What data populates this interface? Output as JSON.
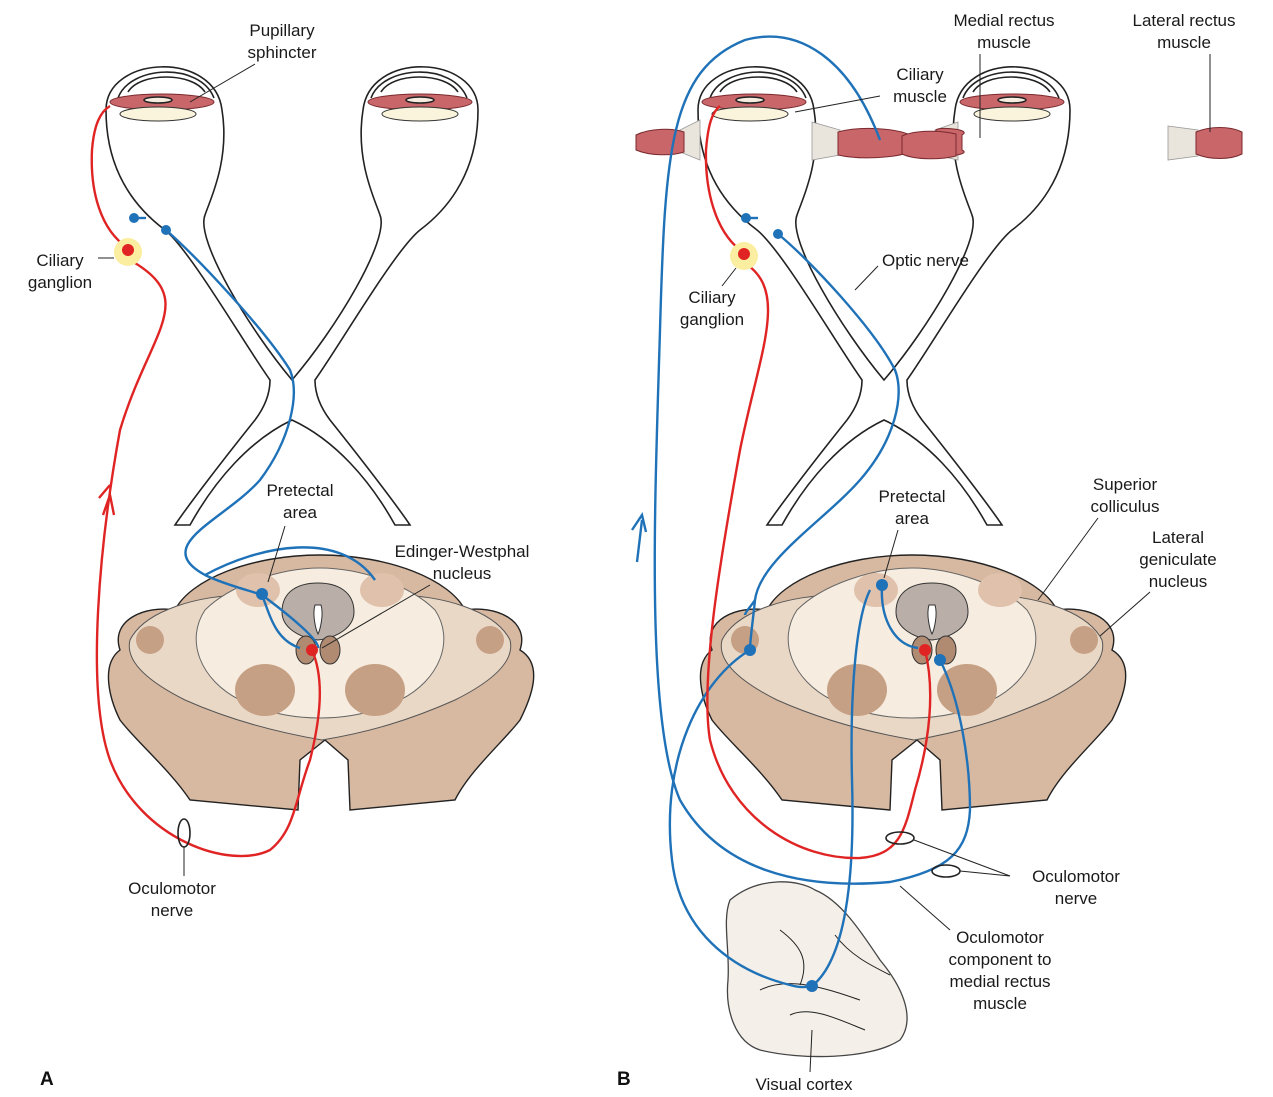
{
  "figure": {
    "panels": {
      "a": "A",
      "b": "B"
    },
    "labels_a": {
      "pupillary_sphincter": [
        "Pupillary",
        "sphincter"
      ],
      "ciliary_ganglion": [
        "Ciliary",
        "ganglion"
      ],
      "pretectal_area": [
        "Pretectal",
        "area"
      ],
      "edinger_westphal": [
        "Edinger-Westphal",
        "nucleus"
      ],
      "oculomotor_nerve": [
        "Oculomotor",
        "nerve"
      ]
    },
    "labels_b": {
      "medial_rectus": [
        "Medial rectus",
        "muscle"
      ],
      "lateral_rectus": [
        "Lateral rectus",
        "muscle"
      ],
      "ciliary_muscle": [
        "Ciliary",
        "muscle"
      ],
      "optic_nerve": [
        "Optic nerve"
      ],
      "ciliary_ganglion": [
        "Ciliary",
        "ganglion"
      ],
      "pretectal_area": [
        "Pretectal",
        "area"
      ],
      "superior_colliculus": [
        "Superior",
        "colliculus"
      ],
      "lateral_geniculate": [
        "Lateral",
        "geniculate",
        "nucleus"
      ],
      "oculomotor_nerve": [
        "Oculomotor",
        "nerve"
      ],
      "oculomotor_component": [
        "Oculomotor",
        "component to",
        "medial rectus",
        "muscle"
      ],
      "visual_cortex": [
        "Visual cortex"
      ]
    },
    "colors": {
      "parasympathetic": "#e02424",
      "visual_pathway": "#1f72b8",
      "ganglion_highlight": "#fbeea0",
      "brainstem": "#d7b9a1"
    }
  }
}
